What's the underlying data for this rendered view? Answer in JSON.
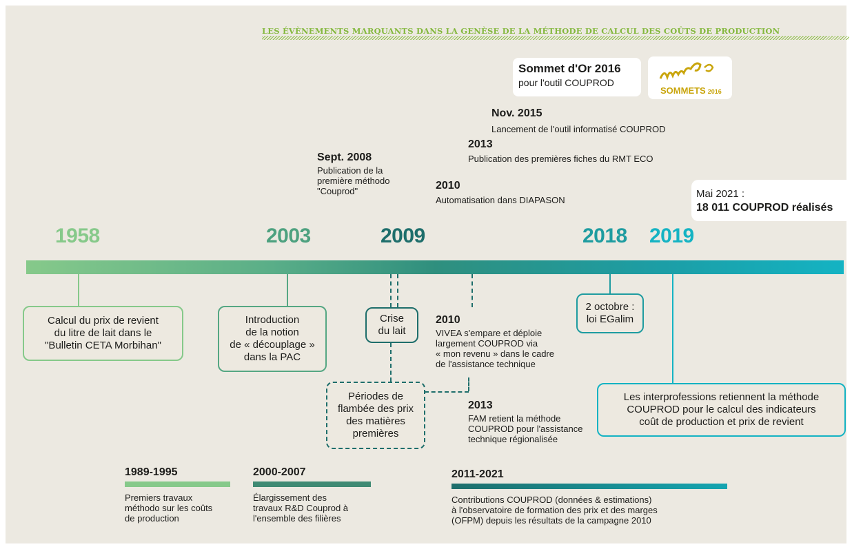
{
  "title": "LES ÉVÈNEMENTS MARQUANTS DANS LA GENÈSE DE LA MÉTHODE DE CALCUL DES COÛTS DE PRODUCTION",
  "colors": {
    "green_light": "#86c98a",
    "green_mid": "#4da17f",
    "teal_dark": "#1e6e6b",
    "teal_bright": "#14b3c3",
    "title_green": "#84b83e"
  },
  "years": [
    "1958",
    "2003",
    "2009",
    "2018",
    "2019"
  ],
  "award": {
    "title": "Sommet d'Or 2016",
    "subtitle": "pour l'outil COUPROD",
    "logo_text": "SOMMETS",
    "logo_year": "2016"
  },
  "mai": {
    "line1": "Mai 2021 :",
    "line2": "18 011 COUPROD réalisés"
  },
  "above_events": [
    {
      "date": "Sept. 2008",
      "text": [
        "Publication de la",
        "première méthodo",
        "\"Couprod\""
      ]
    },
    {
      "date": "2010",
      "text": [
        "Automatisation dans DIAPASON"
      ]
    },
    {
      "date": "2013",
      "text": [
        "Publication des premières fiches du RMT ECO"
      ]
    },
    {
      "date": "Nov. 2015",
      "text": [
        "Lancement de l'outil informatisé COUPROD"
      ]
    }
  ],
  "boxes": {
    "b1958": [
      "Calcul du prix de revient",
      "du litre de lait dans le",
      "\"Bulletin CETA Morbihan\""
    ],
    "b2003": [
      "Introduction",
      "de la notion",
      "de « découplage »",
      "dans la PAC"
    ],
    "crise": [
      "Crise",
      "du lait"
    ],
    "flambee": [
      "Périodes de",
      "flambée des prix",
      "des matières",
      "premières"
    ],
    "egalim": [
      "2 octobre :",
      "loi EGalim"
    ],
    "interpro": [
      "Les interprofessions retiennent la méthode",
      "COUPROD pour le calcul des indicateurs",
      "coût de production et prix de revient"
    ]
  },
  "below_events": [
    {
      "date": "2010",
      "text": [
        "VIVEA s'empare et déploie",
        "largement COUPROD via",
        "« mon revenu » dans le cadre",
        "de l'assistance technique"
      ]
    },
    {
      "date": "2013",
      "text": [
        "FAM retient la méthode",
        "COUPROD pour l'assistance",
        "technique régionalisée"
      ]
    }
  ],
  "periods": [
    {
      "title": "1989-1995",
      "text": [
        "Premiers travaux",
        "méthodo sur les coûts",
        "de production"
      ]
    },
    {
      "title": "2000-2007",
      "text": [
        "Élargissement des",
        "travaux R&D Couprod à",
        "l'ensemble des filières"
      ]
    },
    {
      "title": "2011-2021",
      "text": [
        "Contributions COUPROD (données & estimations)",
        "à l'observatoire de formation des prix et des marges",
        "(OFPM) depuis les résultats de la campagne 2010"
      ]
    }
  ]
}
